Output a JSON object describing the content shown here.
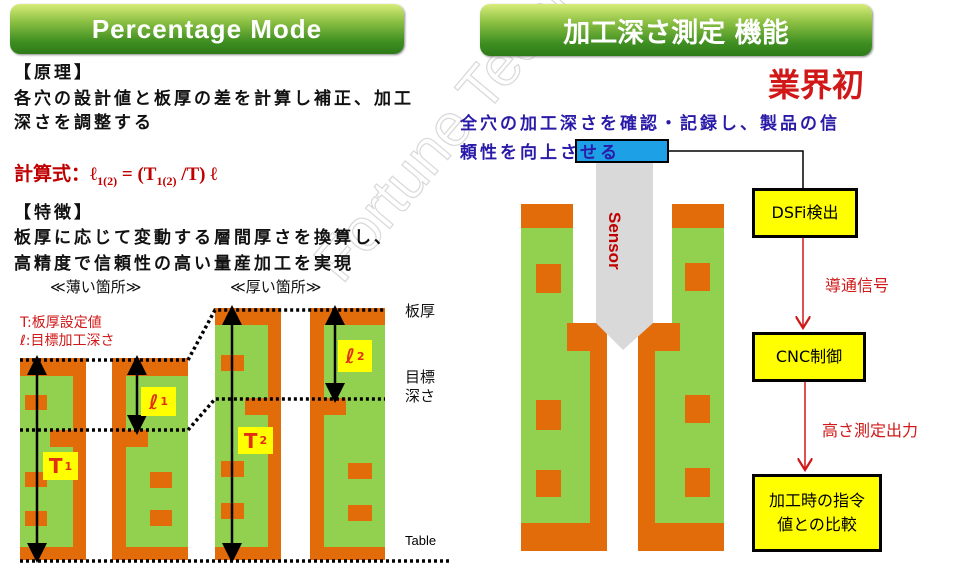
{
  "left_header": "Percentage Mode",
  "right_header": "加工深さ測定 機能",
  "industry_first": "業界初",
  "watermark": "Fortune Technology",
  "principle": {
    "heading": "【原理】",
    "lines": [
      "各穴の設計値と板厚の差を計算し補正、加工",
      "深さを調整する"
    ]
  },
  "formula": {
    "label": "計算式：",
    "lhs": "ℓ",
    "lhs_sub": "1(2)",
    "eq": " = (T",
    "t_sub": "1(2)",
    "rest": " /T) ℓ"
  },
  "features": {
    "heading": "【特徴】",
    "lines": [
      "板厚に応じて変動する層間厚さを換算し、",
      "高精度で信頼性の高い量産加工を実現"
    ]
  },
  "thin_label": "≪薄い箇所≫",
  "thick_label": "≪厚い箇所≫",
  "legend": {
    "t": "T:板厚設定値",
    "l": "ℓ:目標加工深さ"
  },
  "side_labels": {
    "thickness": "板厚",
    "target1": "目標",
    "target2": "深さ",
    "table": "Table"
  },
  "dim_labels": {
    "l1": "ℓ",
    "l1_sub": "1",
    "t1": "T",
    "t1_sub": "1",
    "t2": "T",
    "t2_sub": "2",
    "l2": "ℓ",
    "l2_sub": "2"
  },
  "purpose": [
    "全穴の加工深さを確認・記録し、製品の信",
    "頼性を向上させる"
  ],
  "sensor_label": "Sensor",
  "flow": {
    "box1": "DSFi検出",
    "arrow1": "導通信号",
    "box2": "CNC制御",
    "arrow2": "高さ測定出力",
    "box3_line1": "加工時の指令",
    "box3_line2": "値との比較"
  },
  "colors": {
    "orange": "#e36c0a",
    "green": "#92d050",
    "gray": "#d9d9d9",
    "blue": "#1ea0e6",
    "yellow": "#ffff00",
    "red": "#d01818"
  }
}
